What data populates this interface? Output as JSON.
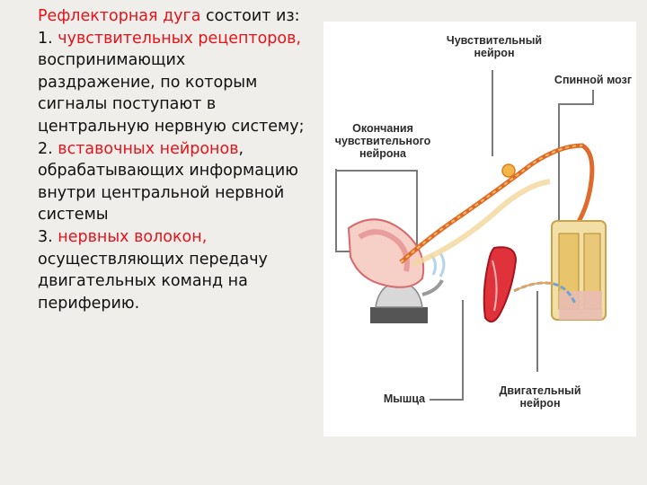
{
  "text": {
    "intro_red": "Рефлекторная дуга",
    "intro_rest": " состоит из:",
    "item1_num": " 1. ",
    "item1_red": "чувствительных рецепторов,",
    "item1_rest": " воспринимающих раздражение, по которым сигналы поступают в центральную нервную систему;",
    "item2_num": "2. ",
    "item2_red": "вставочных нейронов",
    "item2_rest": ", обрабатывающих информацию внутри центральной нервной системы",
    "item3_num": "3. ",
    "item3_red": "нервных волокон,",
    "item3_rest": " осуществляющих передачу двигательных команд на периферию."
  },
  "figure": {
    "labels": {
      "sensory_neuron": "Чувствительный нейрон",
      "spinal_cord": "Спинной мозг",
      "sensory_endings": "Окончания чувствительного нейрона",
      "muscle": "Мышца",
      "motor_neuron": "Двигательный нейрон"
    }
  },
  "colors": {
    "accent_red": "#e3141b",
    "leader_line": "#7a7a7a",
    "nerve": "#e89a3c",
    "motor_nerve": "#6fa3d6"
  }
}
